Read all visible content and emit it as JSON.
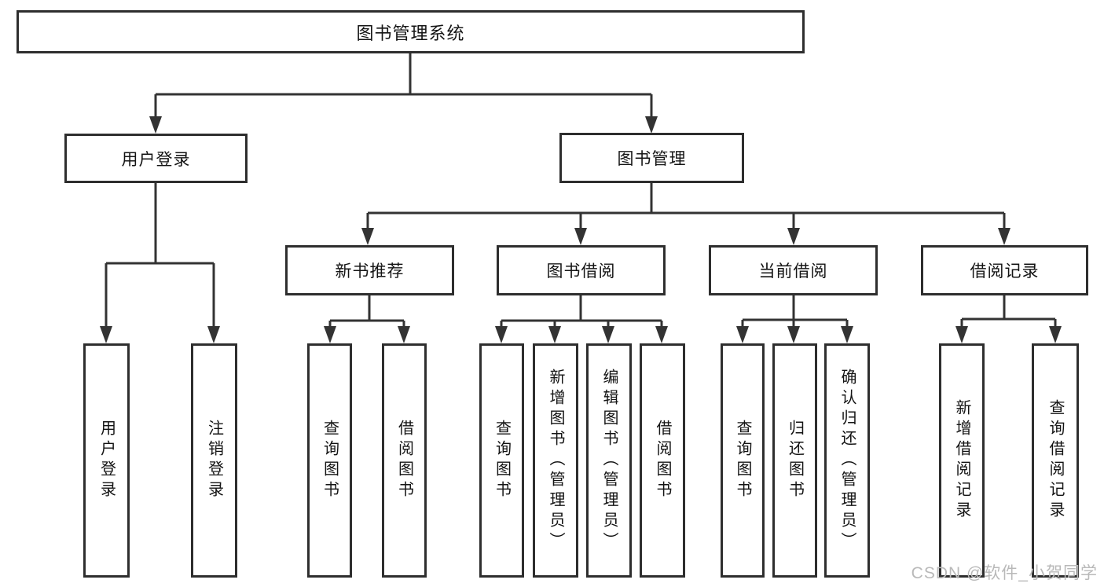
{
  "tree": {
    "label": "图书管理系统",
    "children": [
      {
        "label": "用户登录",
        "children": [
          {
            "label": "用户登录"
          },
          {
            "label": "注销登录"
          }
        ]
      },
      {
        "label": "图书管理",
        "children": [
          {
            "label": "新书推荐",
            "children": [
              {
                "label": "查询图书"
              },
              {
                "label": "借阅图书"
              }
            ]
          },
          {
            "label": "图书借阅",
            "children": [
              {
                "label": "查询图书"
              },
              {
                "label": "新增图书（管理员）"
              },
              {
                "label": "编辑图书（管理员）"
              },
              {
                "label": "借阅图书"
              }
            ]
          },
          {
            "label": "当前借阅",
            "children": [
              {
                "label": "查询图书"
              },
              {
                "label": "归还图书"
              },
              {
                "label": "确认归还（管理员）"
              }
            ]
          },
          {
            "label": "借阅记录",
            "children": [
              {
                "label": "新增借阅记录"
              },
              {
                "label": "查询借阅记录"
              }
            ]
          }
        ]
      }
    ]
  },
  "watermark": {
    "text": "CSDN @软件_小贺同学"
  },
  "colors": {
    "line": "#333333",
    "box_border": "#2e2e2e",
    "text": "#141414",
    "watermark": "#b9b9b9",
    "background": "#ffffff"
  }
}
